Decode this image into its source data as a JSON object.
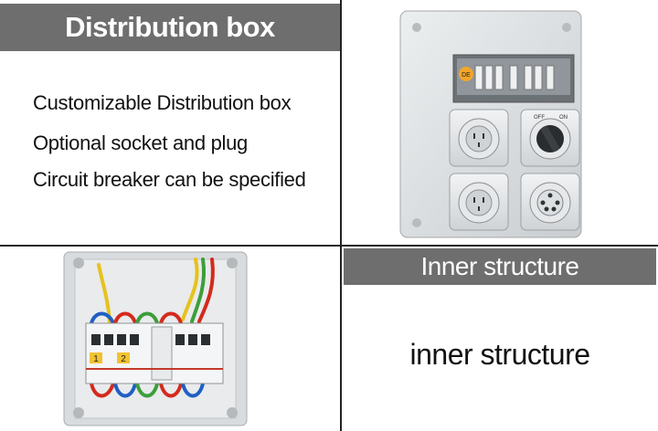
{
  "top_left": {
    "title": "Distribution box",
    "features": [
      "Customizable Distribution box",
      "Optional socket and plug",
      "Circuit breaker can be specified"
    ]
  },
  "product_photo": {
    "breaker_badge": "DE",
    "switch_labels": [
      "OFF",
      "ON"
    ]
  },
  "inner_photo": {
    "breaker_labels": [
      "1",
      "2"
    ]
  },
  "bottom_right": {
    "banner": "Inner structure",
    "caption": "inner structure"
  },
  "colors": {
    "banner_bg": "#6e6e6e",
    "box_grey": "#d9dcde",
    "wire_red": "#d42a1c",
    "wire_blue": "#1f5fc4",
    "wire_green": "#3c9e3a",
    "wire_yellow": "#e6c21c"
  }
}
